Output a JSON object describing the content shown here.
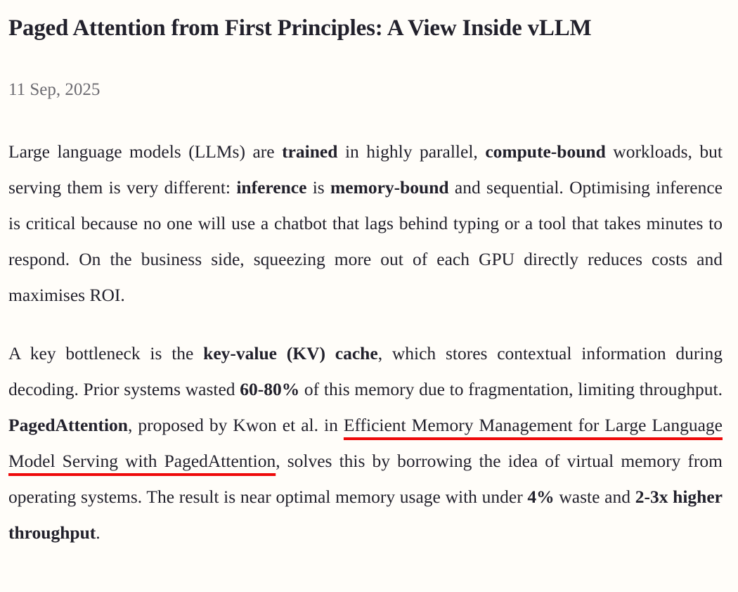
{
  "title": "Paged Attention from First Principles: A View Inside vLLM",
  "date": "11 Sep, 2025",
  "p1": [
    "Large language models (LLMs) are ",
    "trained",
    " in highly parallel, ",
    "compute-bound",
    " workloads, but serving them is very different: ",
    "inference",
    " is ",
    "memory-bound",
    " and sequential. Optimising inference is critical because no one will use a chatbot that lags behind typing or a tool that takes minutes to respond. On the business side, squeezing more out of each GPU directly reduces costs and maximises ROI."
  ],
  "p2": [
    "A key bottleneck is the ",
    "key-value (KV) cache",
    ", which stores contextual information during decoding. Prior systems wasted ",
    "60-80%",
    " of this memory due to fragmentation, limiting throughput. ",
    "PagedAttention",
    ", proposed by Kwon et al. in ",
    "Efficient Memory Management for Large Language Model Serving with PagedAttention",
    ", solves this by borrowing the idea of virtual memory from operating systems. The result is near optimal memory usage with under ",
    "4%",
    " waste and ",
    "2-3x higher throughput",
    "."
  ],
  "colors": {
    "link_underline": "#ee0a0a",
    "text": "#22212c",
    "background": "#fffdf9"
  }
}
